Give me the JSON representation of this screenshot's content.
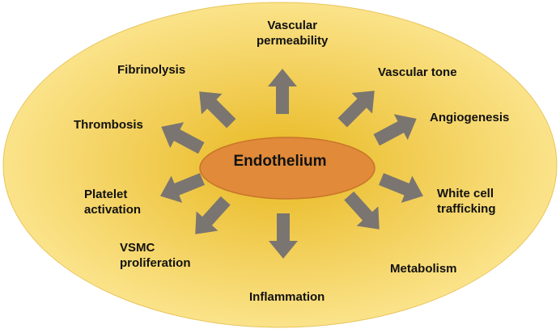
{
  "center": {
    "label": "Endothelium"
  },
  "functions": [
    {
      "key": "vascular-permeability",
      "lines": [
        "Vascular",
        "permeability"
      ],
      "angle": -90
    },
    {
      "key": "vascular-tone",
      "lines": [
        "Vascular tone"
      ],
      "angle": -45
    },
    {
      "key": "angiogenesis",
      "lines": [
        "Angiogenesis"
      ],
      "angle": -28
    },
    {
      "key": "white-cell-trafficking",
      "lines": [
        "White cell",
        "trafficking"
      ],
      "angle": 22
    },
    {
      "key": "metabolism",
      "lines": [
        "Metabolism"
      ],
      "angle": 48
    },
    {
      "key": "inflammation",
      "lines": [
        "Inflammation"
      ],
      "angle": 90
    },
    {
      "key": "vsmc-proliferation",
      "lines": [
        "VSMC",
        "proliferation"
      ],
      "angle": 132
    },
    {
      "key": "platelet-activation",
      "lines": [
        "Platelet",
        "activation"
      ],
      "angle": 158
    },
    {
      "key": "thrombosis",
      "lines": [
        "Thrombosis"
      ],
      "angle": 208
    },
    {
      "key": "fibrinolysis",
      "lines": [
        "Fibrinolysis"
      ],
      "angle": 225
    }
  ],
  "colors": {
    "outer_gradient_center": "#e8b820",
    "outer_gradient_edge": "#fbe38a",
    "inner_ellipse": "#e08a3a",
    "inner_ellipse_stroke": "#c9752a",
    "arrow": "#7a7570"
  }
}
